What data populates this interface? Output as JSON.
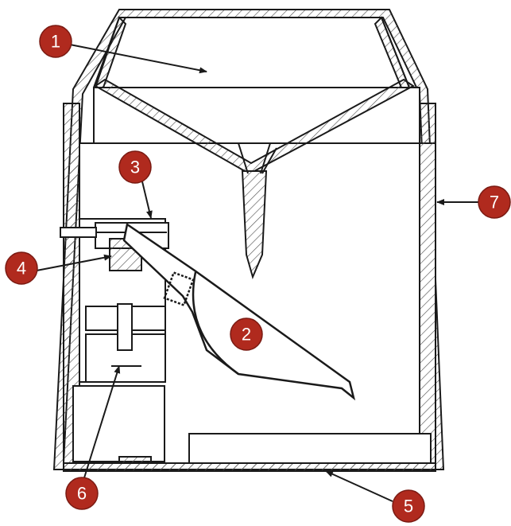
{
  "diagram": {
    "colors": {
      "line": "#1a1a1a",
      "hatch": "#555555",
      "callout_fill": "#b02a1e",
      "callout_stroke": "#7a1a12",
      "callout_text": "#ffffff",
      "background": "#ffffff"
    },
    "callouts": [
      {
        "id": "1",
        "label": "1"
      },
      {
        "id": "2",
        "label": "2"
      },
      {
        "id": "3",
        "label": "3"
      },
      {
        "id": "4",
        "label": "4"
      },
      {
        "id": "5",
        "label": "5"
      },
      {
        "id": "6",
        "label": "6"
      },
      {
        "id": "7",
        "label": "7"
      }
    ]
  }
}
